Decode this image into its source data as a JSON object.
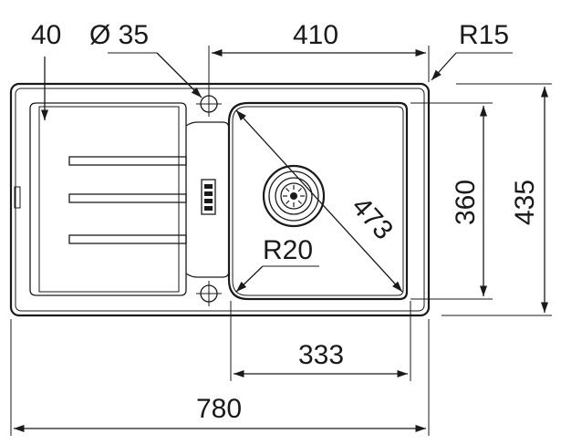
{
  "dimensions": {
    "overall_width": "780",
    "overall_height": "435",
    "bowl_width": "410",
    "bowl_height": "360",
    "drainer_offset": "40",
    "tap_hole": "Ø 35",
    "corner_radius_outer": "R15",
    "corner_radius_bowl": "R20",
    "bowl_diagonal": "473",
    "bowl_bottom_width": "333"
  },
  "colors": {
    "line": "#1a1a1a",
    "background": "#ffffff"
  },
  "icons": [
    "tap-hole-cross-icon",
    "waste-strainer-icon",
    "overflow-slot-icon"
  ]
}
